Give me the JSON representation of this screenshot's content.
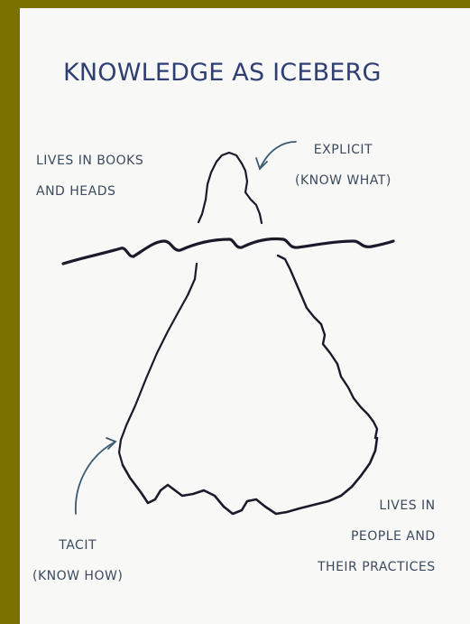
{
  "title": "KNOWLEDGE AS ICEBERG",
  "labels": {
    "explicit": "EXPLICIT",
    "explicit_sub": "(KNOW WHAT)",
    "lives_books_line1": "LIVES IN BOOKS",
    "lives_books_line2": "AND HEADS",
    "tacit": "TACIT",
    "tacit_sub": "(KNOW HOW)",
    "lives_people_line1": "LIVES IN",
    "lives_people_line2": "PEOPLE AND",
    "lives_people_line3": "THEIR PRACTICES"
  },
  "colors": {
    "frame": "#7a7200",
    "paper": "#f8f8f6",
    "ink": "#1a1a2a",
    "title_ink": "#2f3f74",
    "label_ink": "#3b4a5e",
    "arrow_ink": "#3c5a6e"
  }
}
